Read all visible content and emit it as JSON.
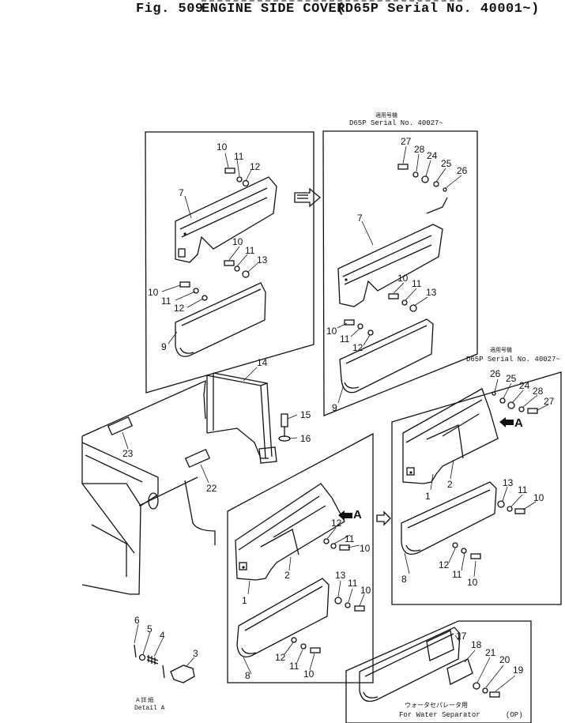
{
  "figure": {
    "fig_number": "Fig. 509",
    "title": "ENGINE SIDE COVER",
    "serial_note": "(D65P Serial No. 40001~)"
  },
  "panel_upper_right": {
    "note_jp": "適用号機",
    "note_serial": "D65P Serial No. 40027~"
  },
  "panel_right_middle": {
    "note_jp": "適用号機",
    "note_serial": "D65P Serial No. 40027~"
  },
  "panel_water_separator": {
    "note_jp": "ウォータセパレータ用",
    "note_en": "For Water Separator",
    "option": "(OP)"
  },
  "detail_a": {
    "label_jp": "A 詳 細",
    "label_en": "Detail A"
  },
  "arrow_letter": "A",
  "callouts": {
    "ul_10a": "10",
    "ul_11a": "11",
    "ul_12a": "12",
    "ul_7": "7",
    "ul_10b": "10",
    "ul_11b": "11",
    "ul_13": "13",
    "ul_10c": "10",
    "ul_11c": "11",
    "ul_12c": "12",
    "ul_9": "9",
    "ur_27": "27",
    "ur_28": "28",
    "ur_24": "24",
    "ur_25": "25",
    "ur_26": "26",
    "ur_7": "7",
    "ur_10a": "10",
    "ur_11a": "11",
    "ur_13": "13",
    "ur_10b": "10",
    "ur_11b": "11",
    "ur_12": "12",
    "ur_9": "9",
    "fr_14": "14",
    "fr_15": "15",
    "fr_16": "16",
    "fr_23": "23",
    "fr_22": "22",
    "mr_26": "26",
    "mr_25": "25",
    "mr_24": "24",
    "mr_28": "28",
    "mr_27": "27",
    "mr_1": "1",
    "mr_2": "2",
    "mr_13": "13",
    "mr_11a": "11",
    "mr_10a": "10",
    "mr_8": "8",
    "mr_12": "12",
    "mr_11b": "11",
    "mr_10b": "10",
    "cm_12": "12",
    "cm_11a": "11",
    "cm_10a": "10",
    "cm_1": "1",
    "cm_2": "2",
    "cm_13": "13",
    "cm_11b": "11",
    "cm_10b": "10",
    "cm_8": "8",
    "cm_12b": "12",
    "cm_11c": "11",
    "cm_10c": "10",
    "da_6": "6",
    "da_5": "5",
    "da_4": "4",
    "da_3": "3",
    "ws_17": "17",
    "ws_18": "18",
    "ws_21": "21",
    "ws_20": "20",
    "ws_19": "19"
  }
}
